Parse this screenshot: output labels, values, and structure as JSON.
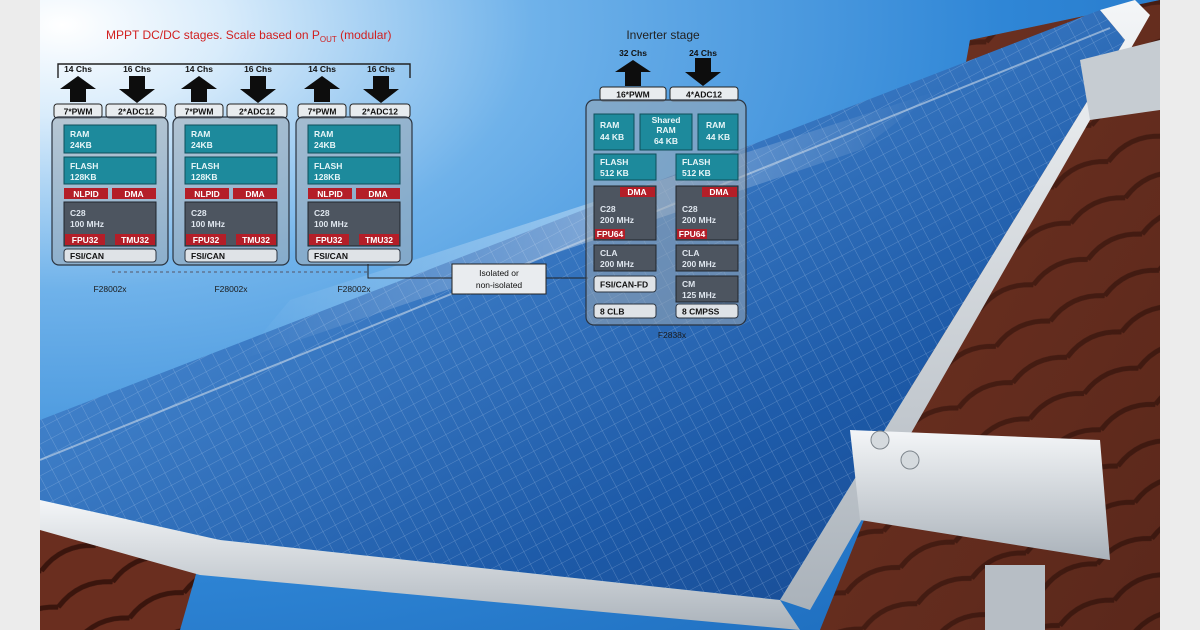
{
  "mppt": {
    "title_prefix": "MPPT DC/DC stages. Scale based on P",
    "title_sub": "OUT",
    "title_suffix": " (modular)",
    "modules": [
      {
        "out_chs": "14 Chs",
        "in_chs": "16 Chs",
        "pwm": "7*PWM",
        "adc": "2*ADC12",
        "ram": [
          "RAM",
          "24KB"
        ],
        "flash": [
          "FLASH",
          "128KB"
        ],
        "nlpid": "NLPID",
        "dma": "DMA",
        "cpu": [
          "C28",
          "100 MHz"
        ],
        "fpu": "FPU32",
        "tmu": "TMU32",
        "comm": "FSI/CAN",
        "part": "F28002x"
      },
      {
        "out_chs": "14 Chs",
        "in_chs": "16 Chs",
        "pwm": "7*PWM",
        "adc": "2*ADC12",
        "ram": [
          "RAM",
          "24KB"
        ],
        "flash": [
          "FLASH",
          "128KB"
        ],
        "nlpid": "NLPID",
        "dma": "DMA",
        "cpu": [
          "C28",
          "100 MHz"
        ],
        "fpu": "FPU32",
        "tmu": "TMU32",
        "comm": "FSI/CAN",
        "part": "F28002x"
      },
      {
        "out_chs": "14 Chs",
        "in_chs": "16 Chs",
        "pwm": "7*PWM",
        "adc": "2*ADC12",
        "ram": [
          "RAM",
          "24KB"
        ],
        "flash": [
          "FLASH",
          "128KB"
        ],
        "nlpid": "NLPID",
        "dma": "DMA",
        "cpu": [
          "C28",
          "100 MHz"
        ],
        "fpu": "FPU32",
        "tmu": "TMU32",
        "comm": "FSI/CAN",
        "part": "F28002x"
      }
    ]
  },
  "isolation": [
    "Isolated or",
    "non-isolated"
  ],
  "inverter": {
    "title": "Inverter stage",
    "out_chs": "32 Chs",
    "in_chs": "24 Chs",
    "pwm": "16*PWM",
    "adc": "4*ADC12",
    "ram1": [
      "RAM",
      "44 KB"
    ],
    "shared_ram": [
      "Shared",
      "RAM",
      "64 KB"
    ],
    "ram2": [
      "RAM",
      "44 KB"
    ],
    "flash1": [
      "FLASH",
      "512 KB"
    ],
    "flash2": [
      "FLASH",
      "512 KB"
    ],
    "dma1": "DMA",
    "dma2": "DMA",
    "cpu1": [
      "C28",
      "200 MHz"
    ],
    "cpu2": [
      "C28",
      "200 MHz"
    ],
    "fpu1": "FPU64",
    "fpu2": "FPU64",
    "cla1": [
      "CLA",
      "200 MHz"
    ],
    "cla2": [
      "CLA",
      "200 MHz"
    ],
    "comm": "FSI/CAN-FD",
    "cm": [
      "CM",
      "125 MHz"
    ],
    "clb": "8 CLB",
    "cmpss": "8 CMPSS",
    "part": "F2838x"
  },
  "colors": {
    "title_red": "#d11f1f",
    "block_teal": "#1d8a9c",
    "block_red": "#b41e28",
    "panel_gray": "#9aa7b3",
    "dark_block": "#4d5560"
  }
}
